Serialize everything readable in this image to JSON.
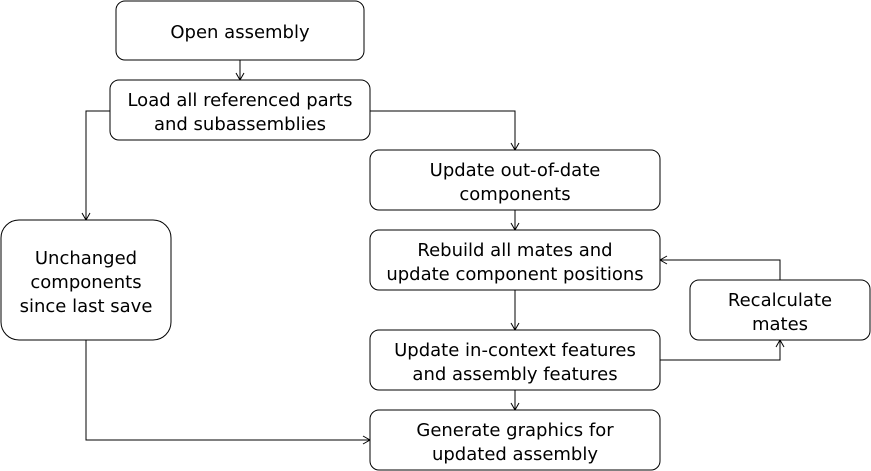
{
  "nodes": {
    "open_assembly": {
      "lines": [
        "Open assembly"
      ]
    },
    "load_parts": {
      "lines": [
        "Load all referenced parts",
        "and subassemblies"
      ]
    },
    "update_components": {
      "lines": [
        "Update out-of-date",
        "components"
      ]
    },
    "unchanged_components": {
      "lines": [
        "Unchanged",
        "components",
        "since last save"
      ]
    },
    "rebuild_mates": {
      "lines": [
        "Rebuild all mates and",
        "update component positions"
      ]
    },
    "recalculate_mates": {
      "lines": [
        "Recalculate",
        "mates"
      ]
    },
    "update_features": {
      "lines": [
        "Update in-context features",
        "and assembly features"
      ]
    },
    "generate_graphics": {
      "lines": [
        "Generate graphics for",
        "updated assembly"
      ]
    }
  },
  "edges": [
    {
      "from": "open_assembly",
      "to": "load_parts"
    },
    {
      "from": "load_parts",
      "to": "update_components"
    },
    {
      "from": "load_parts",
      "to": "unchanged_components"
    },
    {
      "from": "update_components",
      "to": "rebuild_mates"
    },
    {
      "from": "rebuild_mates",
      "to": "update_features"
    },
    {
      "from": "update_features",
      "to": "generate_graphics"
    },
    {
      "from": "update_features",
      "to": "recalculate_mates"
    },
    {
      "from": "recalculate_mates",
      "to": "rebuild_mates"
    },
    {
      "from": "unchanged_components",
      "to": "generate_graphics"
    }
  ]
}
